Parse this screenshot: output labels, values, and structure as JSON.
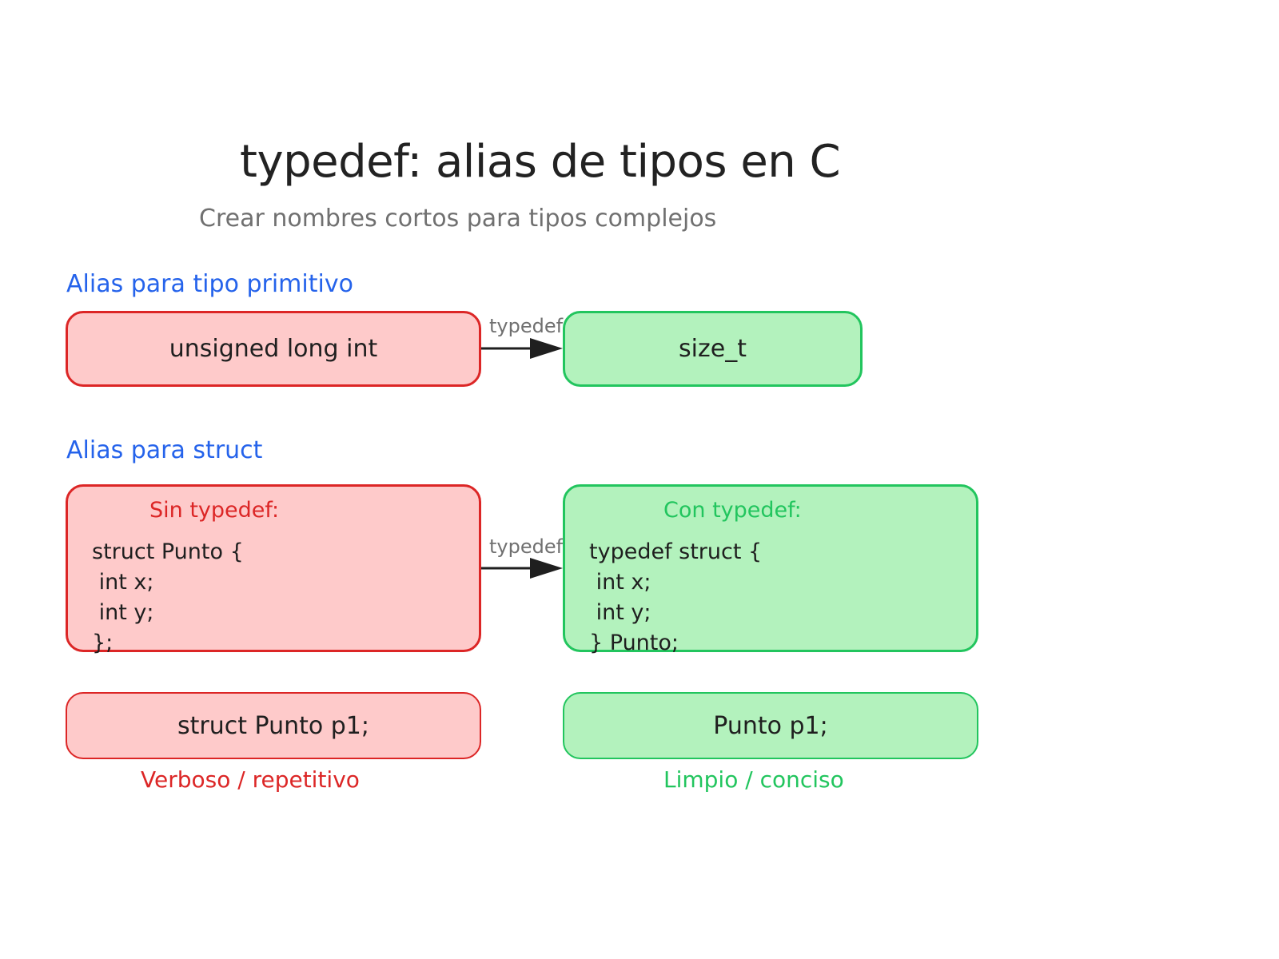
{
  "title": "typedef: alias de tipos en C",
  "subtitle": "Crear nombres cortos para tipos complejos",
  "colors": {
    "section": "#2563eb",
    "red_fill": "#fecaca",
    "red_border": "#dc2626",
    "green_fill": "#b3f2bd",
    "green_border": "#22c55e",
    "arrow": "#1f1f1f"
  },
  "primitive": {
    "heading": "Alias para tipo primitivo",
    "original": "unsigned long int",
    "alias": "size_t",
    "edge_label": "typedef"
  },
  "struct": {
    "heading": "Alias para struct",
    "without": {
      "header": "Sin typedef:",
      "code": "struct Punto {\n int x;\n int y;\n};"
    },
    "with": {
      "header": "Con typedef:",
      "code": "typedef struct {\n int x;\n int y;\n} Punto;"
    },
    "edge_label": "typedef",
    "usage_without": "struct Punto p1;",
    "usage_with": "Punto p1;",
    "caption_without": "Verboso / repetitivo",
    "caption_with": "Limpio / conciso"
  }
}
